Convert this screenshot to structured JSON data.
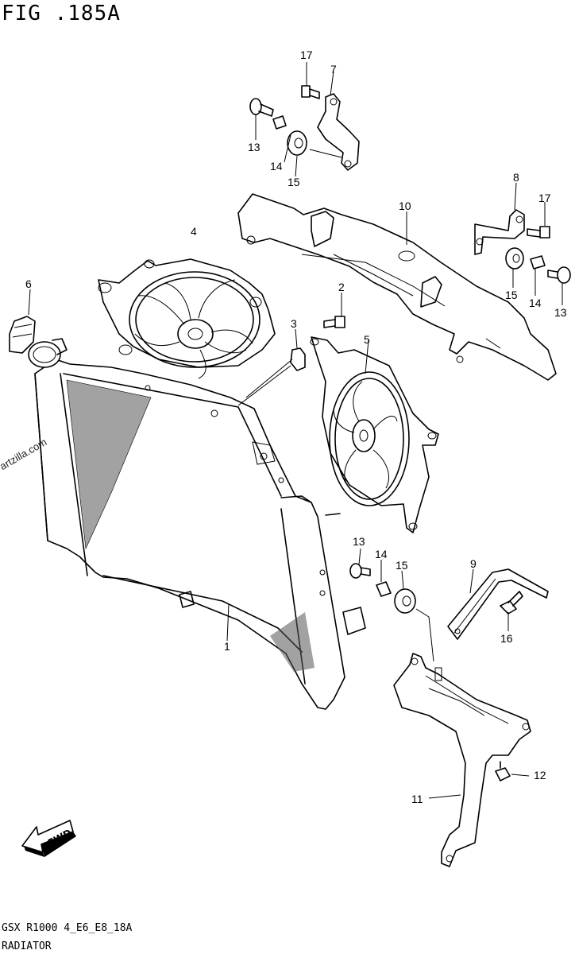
{
  "figure": {
    "title": "FIG .185A",
    "watermark": "© Partzilla.com",
    "footer_code": "GSX R1000 4_E6_E8_18A",
    "footer_name": "RADIATOR",
    "fwd_label": "FWD"
  },
  "callouts": [
    {
      "id": "c17a",
      "text": "17"
    },
    {
      "id": "c7",
      "text": "7"
    },
    {
      "id": "c13a",
      "text": "13"
    },
    {
      "id": "c14a",
      "text": "14"
    },
    {
      "id": "c15a",
      "text": "15"
    },
    {
      "id": "c4",
      "text": "4"
    },
    {
      "id": "c10",
      "text": "10"
    },
    {
      "id": "c8",
      "text": "8"
    },
    {
      "id": "c17b",
      "text": "17"
    },
    {
      "id": "c15b",
      "text": "15"
    },
    {
      "id": "c14b",
      "text": "14"
    },
    {
      "id": "c13b",
      "text": "13"
    },
    {
      "id": "c6",
      "text": "6"
    },
    {
      "id": "c2",
      "text": "2"
    },
    {
      "id": "c3",
      "text": "3"
    },
    {
      "id": "c5",
      "text": "5"
    },
    {
      "id": "c13c",
      "text": "13"
    },
    {
      "id": "c14c",
      "text": "14"
    },
    {
      "id": "c15c",
      "text": "15"
    },
    {
      "id": "c9",
      "text": "9"
    },
    {
      "id": "c16",
      "text": "16"
    },
    {
      "id": "c1",
      "text": "1"
    },
    {
      "id": "c12",
      "text": "12"
    },
    {
      "id": "c11",
      "text": "11"
    }
  ]
}
